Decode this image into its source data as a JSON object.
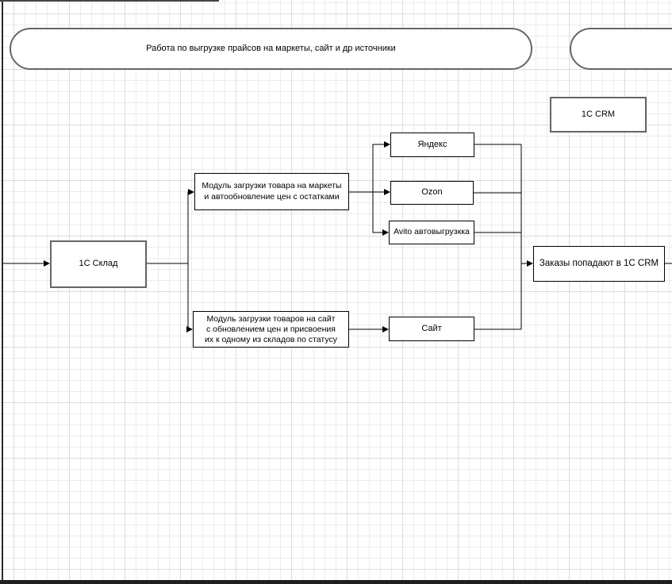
{
  "canvas": {
    "background": "#ffffff",
    "grid_minor_color": "#ececec",
    "grid_major_color": "#dcdcdc",
    "shape_border_gray": "#666666",
    "shape_border_black": "#000000",
    "edge_color": "#000000"
  },
  "nodes": {
    "lane_header": {
      "label": "Работа по выгрузке прайсов на маркеты, сайт и др источники"
    },
    "crm": {
      "label": "1С CRM"
    },
    "sklad": {
      "label": "1С Склад"
    },
    "module_markets": {
      "lines": [
        "Модуль загрузки товара на маркеты",
        "и автообновление цен с остатками"
      ]
    },
    "module_site": {
      "lines": [
        "Модуль загрузки товаров на сайт",
        "с обновлением цен и присвоения",
        "их к одному из складов по статусу"
      ]
    },
    "yandex": {
      "label": "Яндекс"
    },
    "ozon": {
      "label": "Ozon"
    },
    "avito": {
      "label": "Avito автовыгрузкка"
    },
    "site": {
      "label": "Сайт"
    },
    "orders": {
      "label": "Заказы попадают в 1С CRM"
    }
  }
}
